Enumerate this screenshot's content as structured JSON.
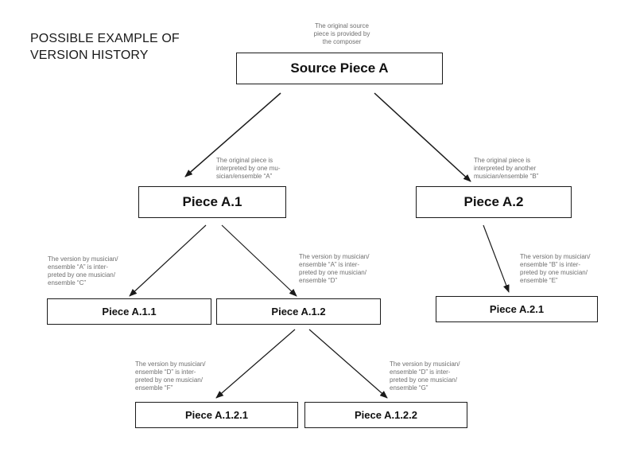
{
  "heading": {
    "line1": "POSSIBLE EXAMPLE OF",
    "line2": "VERSION HISTORY"
  },
  "nodes": {
    "source": "Source Piece A",
    "a1": "Piece A.1",
    "a2": "Piece A.2",
    "a11": "Piece A.1.1",
    "a12": "Piece A.1.2",
    "a21": "Piece A.2.1",
    "a121": "Piece A.1.2.1",
    "a122": "Piece A.1.2.2"
  },
  "notes": {
    "source": [
      "The original source",
      "piece is provided by",
      "the composer"
    ],
    "a1": [
      "The original piece is",
      "interpreted by one mu-",
      "sician/ensemble “A”"
    ],
    "a2": [
      "The original piece is",
      "interpreted by another",
      "musician/ensemble “B”"
    ],
    "a11": [
      "The version by musician/",
      "ensemble “A” is inter-",
      "preted by one musician/",
      "ensemble “C”"
    ],
    "a12": [
      "The version by musician/",
      "ensemble “A” is inter-",
      "preted by one musician/",
      "ensemble “D”"
    ],
    "a21": [
      "The version by musician/",
      "ensemble “B” is inter-",
      "preted by one musician/",
      "ensemble “E”"
    ],
    "a121": [
      "The version by musician/",
      "ensemble “D” is inter-",
      "preted by one musician/",
      "ensemble “F”"
    ],
    "a122": [
      "The version by musician/",
      "ensemble “D” is inter-",
      "preted by one musician/",
      "ensemble “G”"
    ]
  }
}
